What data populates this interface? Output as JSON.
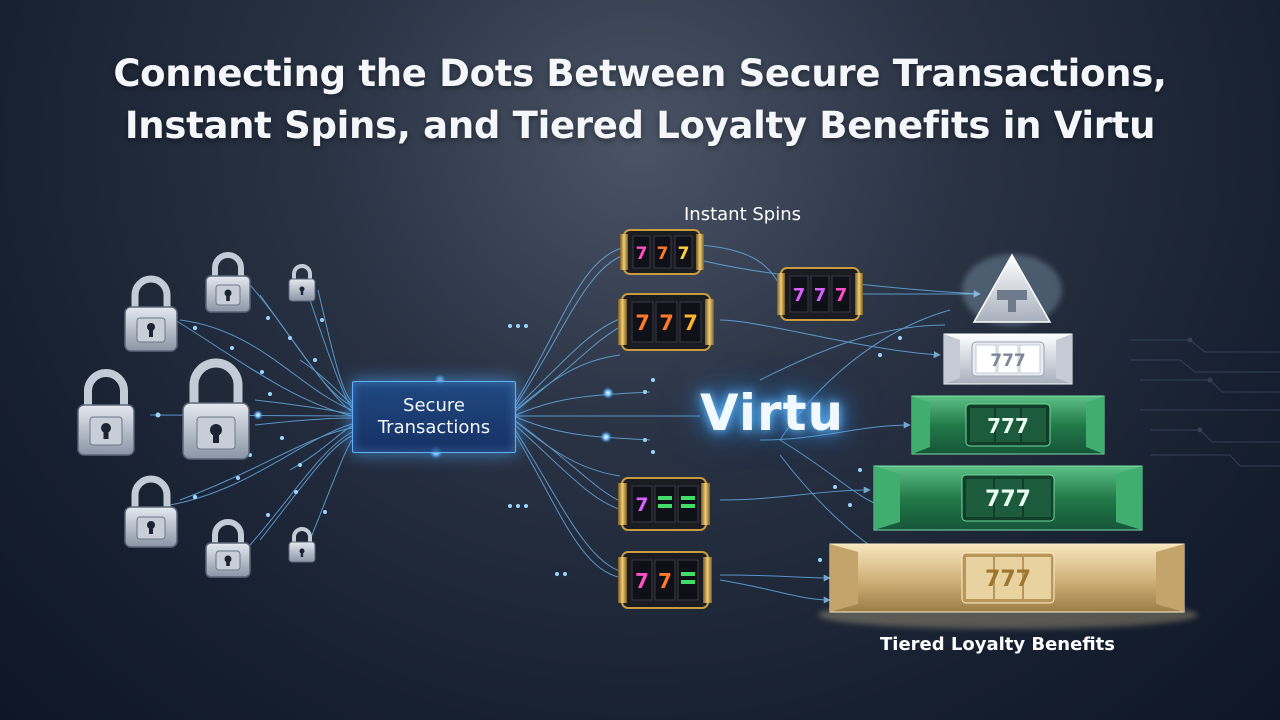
{
  "title": {
    "line1": "Connecting the Dots Between Secure Transactions,",
    "line2": "Instant Spins, and Tiered Loyalty Benefits in Virtu"
  },
  "labels": {
    "instant_spins": "Instant Spins",
    "secure_line1": "Secure",
    "secure_line2": "Transactions",
    "center": "Virtu",
    "tiered": "Tiered Loyalty Benefits"
  },
  "reel_text": "777",
  "colors": {
    "background": "#161f30",
    "glow": "#5fb0ff",
    "tier_silver": "#d8dde6",
    "tier_green": "#2f8c55",
    "tier_gold": "#d9c190"
  },
  "icons": [
    "padlock-icon",
    "slot-machine-icon",
    "pyramid-tier-icon"
  ]
}
